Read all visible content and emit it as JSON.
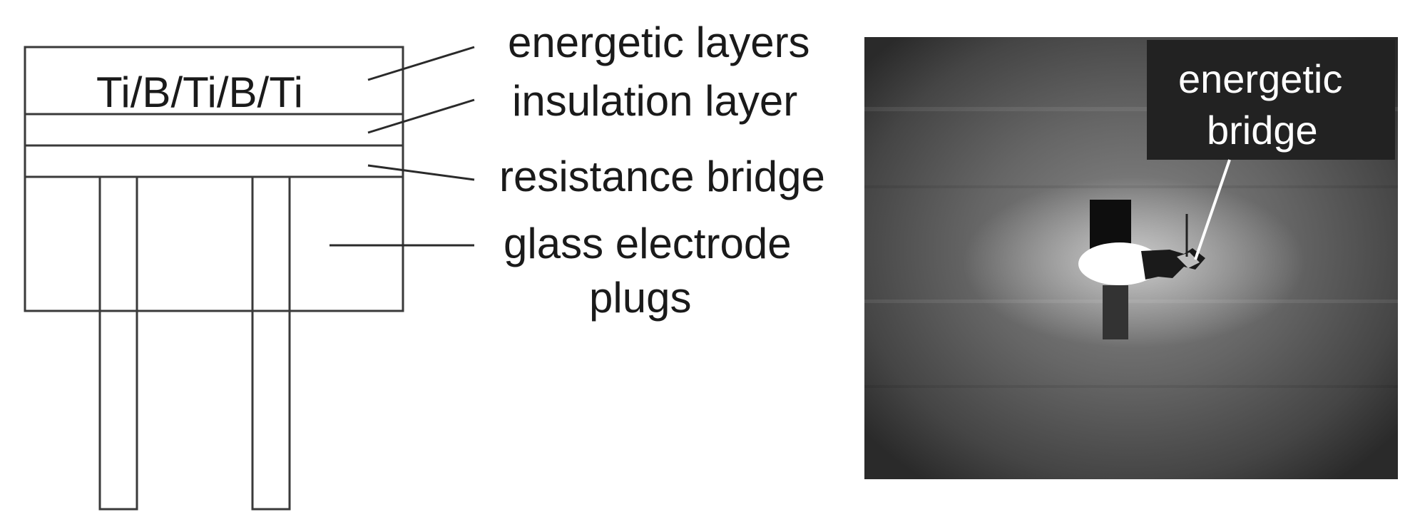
{
  "schematic": {
    "layer_stack_text": "Ti/B/Ti/B/Ti",
    "labels": {
      "energetic_layers": "energetic layers",
      "insulation_layer": "insulation layer",
      "resistance_bridge": "resistance bridge",
      "glass_electrode_line1": "glass electrode",
      "glass_electrode_line2": "plugs"
    }
  },
  "photo": {
    "label_line1": "energetic",
    "label_line2": "bridge"
  },
  "colors": {
    "line": "#3a3a3a",
    "photo_label_bg": "#222222",
    "photo_label_text": "#ffffff"
  }
}
